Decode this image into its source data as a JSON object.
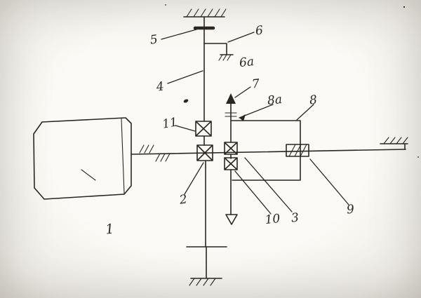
{
  "labels": {
    "l1": "1",
    "l2": "2",
    "l3": "3",
    "l4": "4",
    "l5": "5",
    "l6": "6",
    "l6a": "6a",
    "l7": "7",
    "l8": "8",
    "l8a": "8a",
    "l9": "9",
    "l10": "10",
    "l11": "11"
  },
  "colors": {
    "ink": "#2a2722",
    "paper": "#f7f5f0"
  }
}
